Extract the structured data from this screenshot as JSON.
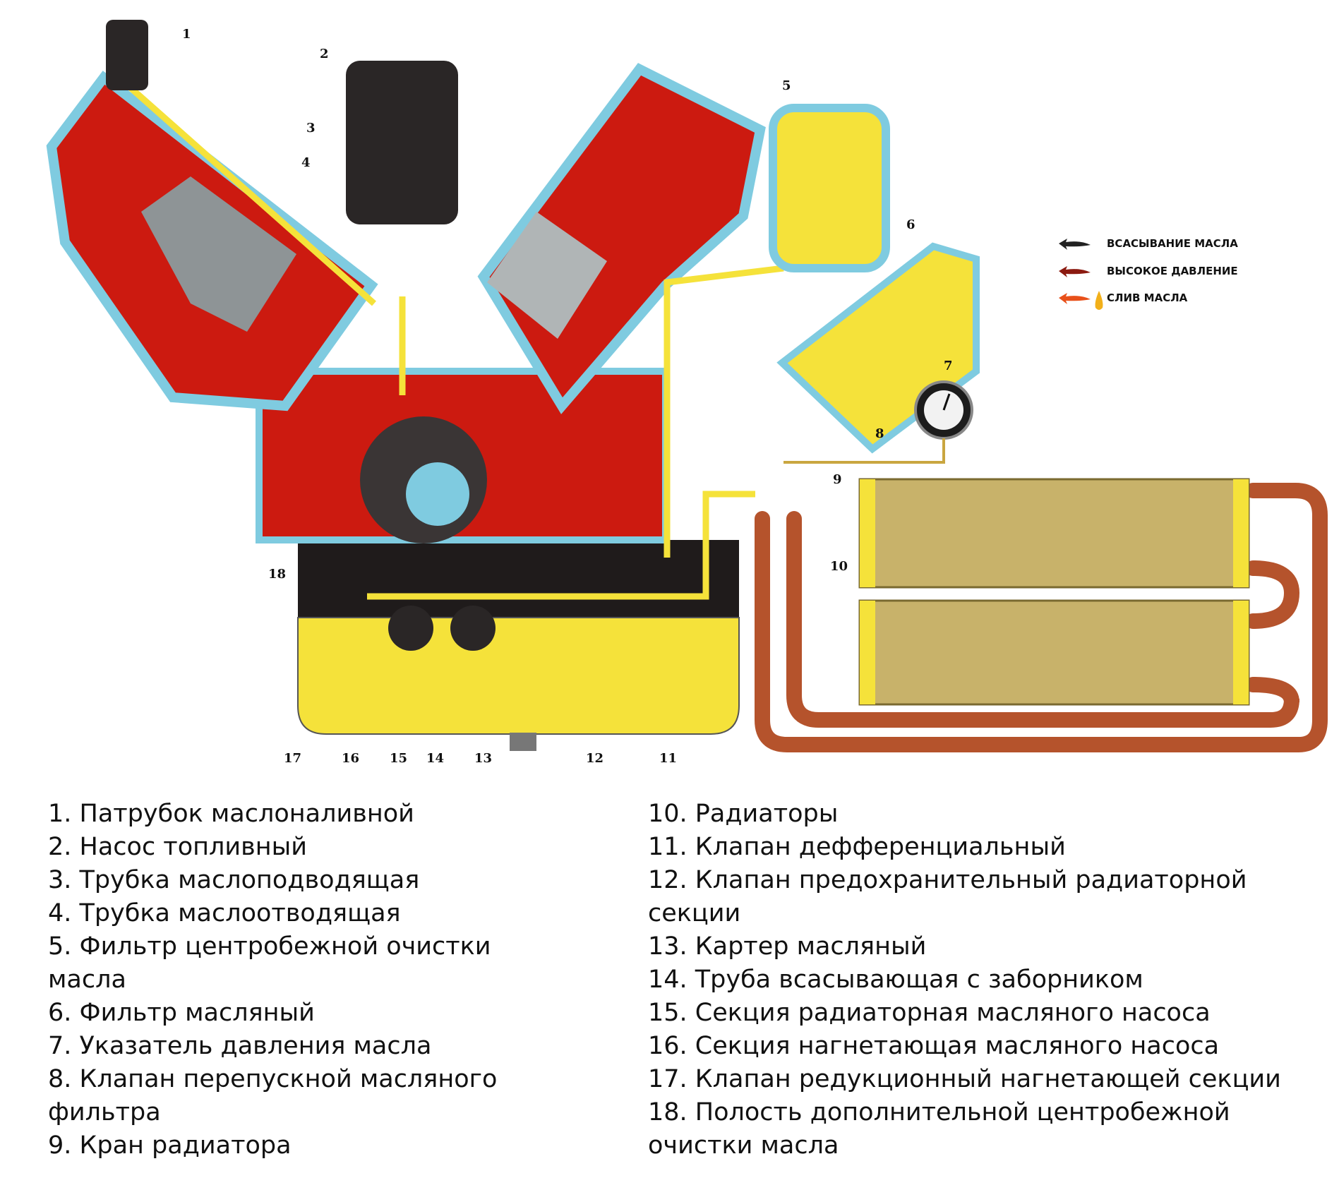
{
  "callouts": [
    "1",
    "2",
    "3",
    "4",
    "5",
    "6",
    "7",
    "8",
    "9",
    "10",
    "11",
    "12",
    "13",
    "14",
    "15",
    "16",
    "17",
    "18"
  ],
  "legend": [
    {
      "label": "ВСАСЫВАНИЕ МАСЛА",
      "color": "#222222"
    },
    {
      "label": "ВЫСОКОЕ ДАВЛЕНИЕ",
      "color": "#8b1a10"
    },
    {
      "label": "СЛИВ МАСЛА",
      "color": "#e8501a"
    }
  ],
  "colors": {
    "red": "#cc1a10",
    "blue": "#7fcbe0",
    "yellow": "#f5e23a",
    "dark": "#2a2626",
    "pipe": "#b5532c",
    "radiator": "#c8b26a"
  },
  "parts_left": [
    "1. Патрубок маслоналивной",
    "2. Насос топливный",
    "3. Трубка маслоподводящая",
    "4. Трубка маслоотводящая",
    "5. Фильтр центробежной очистки масла",
    "6. Фильтр масляный",
    "7. Указатель давления масла",
    "8. Клапан перепускной масляного фильтра",
    "9. Кран радиатора"
  ],
  "parts_right": [
    "10. Радиаторы",
    "11. Клапан дефференциальный",
    "12. Клапан предохранительный радиаторной секции",
    "13. Картер масляный",
    "14. Труба всасывающая с заборником",
    "15. Секция радиаторная масляного насоса",
    "16. Секция нагнетающая масляного насоса",
    "17. Клапан редукционный нагнетающей секции",
    "18. Полость дополнительной центробежной очистки масла"
  ]
}
